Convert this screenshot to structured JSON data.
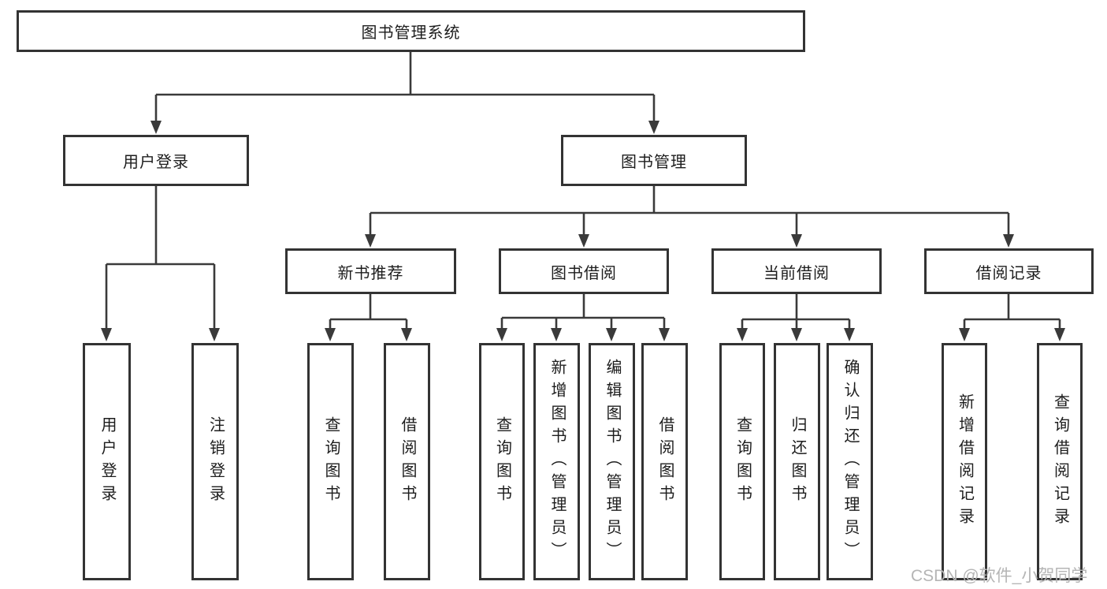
{
  "diagram": {
    "root": {
      "label": "图书管理系统"
    },
    "branches": [
      {
        "label": "用户登录",
        "children": [
          {
            "label": "用户登录"
          },
          {
            "label": "注销登录"
          }
        ]
      },
      {
        "label": "图书管理",
        "children": [
          {
            "label": "新书推荐",
            "children": [
              {
                "label": "查询图书"
              },
              {
                "label": "借阅图书"
              }
            ]
          },
          {
            "label": "图书借阅",
            "children": [
              {
                "label": "查询图书"
              },
              {
                "label": "新增图书（管理员）"
              },
              {
                "label": "编辑图书（管理员）"
              },
              {
                "label": "借阅图书"
              }
            ]
          },
          {
            "label": "当前借阅",
            "children": [
              {
                "label": "查询图书"
              },
              {
                "label": "归还图书"
              },
              {
                "label": "确认归还（管理员）"
              }
            ]
          },
          {
            "label": "借阅记录",
            "children": [
              {
                "label": "新增借阅记录"
              },
              {
                "label": "查询借阅记录"
              }
            ]
          }
        ]
      }
    ],
    "watermark": "CSDN @软件_小贺同学",
    "colors": {
      "line": "#3a3a3a",
      "border": "#333333",
      "text": "#1d1d1d",
      "watermark": "#b5b5b5",
      "background": "#ffffff"
    }
  }
}
